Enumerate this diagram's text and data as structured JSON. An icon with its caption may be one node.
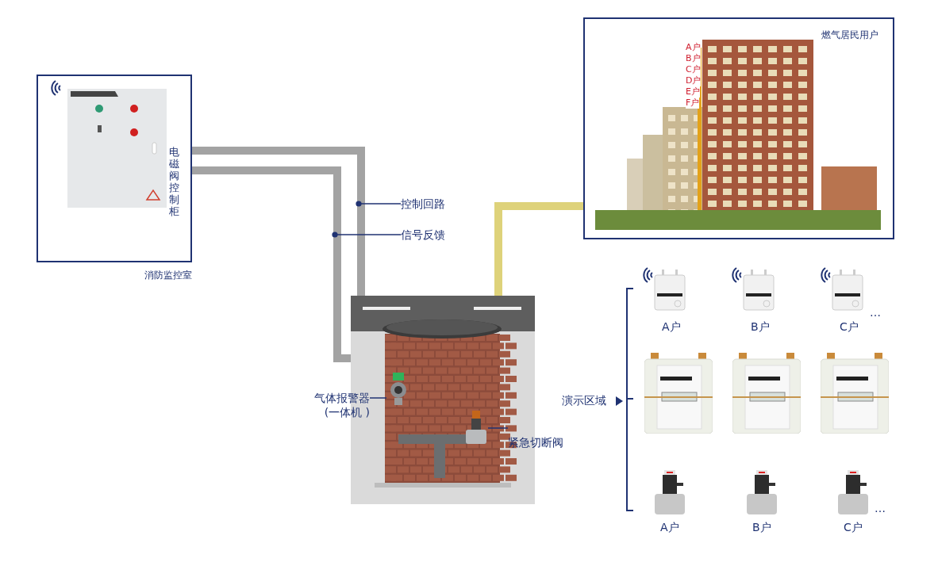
{
  "diagram": {
    "nodes": [
      {
        "text": [
          "消防监控室"
        ]
      },
      {
        "text": [],
        "shape": "picture",
        "beside": [
          "电磁阀控制柜"
        ],
        "in": 0
      },
      {
        "text": [
          "燃气居民用户"
        ]
      },
      {
        "text": [],
        "shape": "picture",
        "in": 2
      },
      {
        "text": [],
        "shape": "picture"
      },
      {
        "text": [
          "气体报警器 (一体机 )"
        ]
      },
      {
        "text": [],
        "shape": "picture",
        "in": 4
      },
      {
        "text": [
          "紧急切断阀"
        ]
      },
      {
        "text": [],
        "shape": "picture",
        "in": 4
      },
      {
        "text": [
          "控制回路"
        ]
      },
      {
        "text": [
          "信号反馈"
        ]
      },
      {
        "text": [],
        "shape": "picture",
        "beside": [
          "A户"
        ]
      },
      {
        "text": [],
        "shape": "picture",
        "beside": [
          "B户"
        ]
      },
      {
        "text": [],
        "shape": "picture",
        "beside": [
          "C户",
          "…"
        ]
      },
      {
        "text": [],
        "shape": "picture"
      },
      {
        "text": [],
        "shape": "picture"
      },
      {
        "text": [],
        "shape": "picture"
      },
      {
        "text": [],
        "shape": "picture",
        "beside": [
          "A户"
        ]
      },
      {
        "text": [],
        "shape": "picture",
        "beside": [
          "B户"
        ]
      },
      {
        "text": [],
        "shape": "picture",
        "beside": [
          "C户",
          "…"
        ]
      }
    ],
    "edges": [
      {
        "from": 1,
        "to": 4,
        "arrow": "none",
        "style": "thick",
        "color": "#a3a3a3"
      },
      {
        "from": 1,
        "to": 4,
        "arrow": "none",
        "style": "thick",
        "color": "#a3a3a3"
      },
      {
        "from": 4,
        "to": 2,
        "arrow": "none",
        "style": "thick",
        "color": "#ded27a"
      },
      {
        "from": 9,
        "to": null,
        "arrow": "other",
        "color": "#1f3272"
      },
      {
        "from": 10,
        "to": null,
        "arrow": "other",
        "color": "#1f3272"
      },
      {
        "from": 5,
        "to": 6,
        "arrow": "none",
        "color": "#1f3272"
      },
      {
        "from": 7,
        "to": 8,
        "arrow": "none",
        "color": "#1f3272"
      }
    ],
    "labels": [
      "A户",
      "B户",
      "C户",
      "D户",
      "E户",
      "F户",
      "演示区域"
    ]
  }
}
